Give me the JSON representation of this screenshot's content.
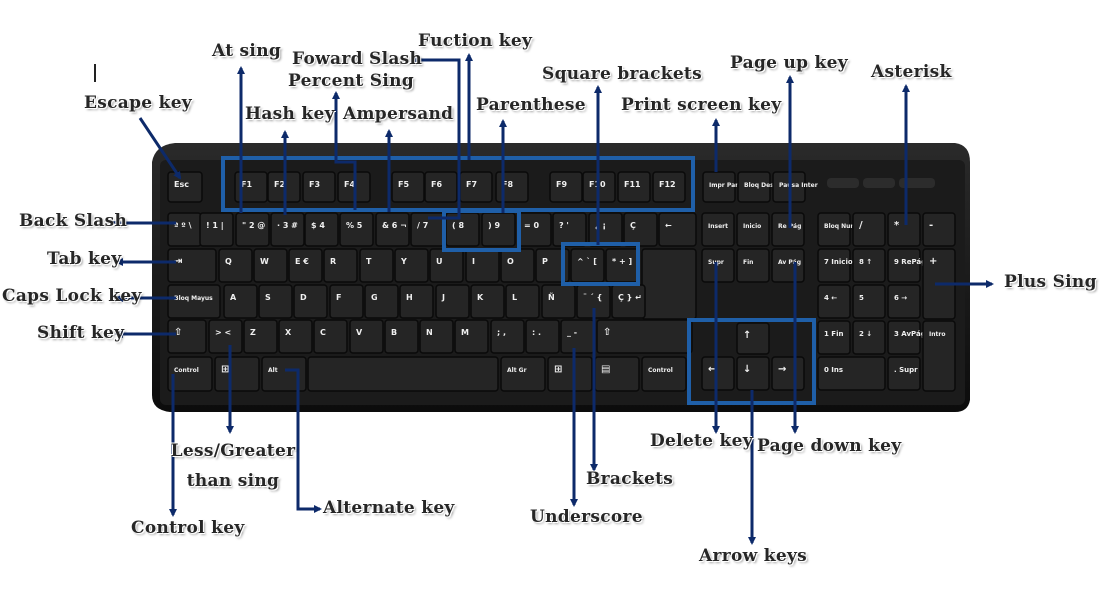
{
  "colors": {
    "arrow": "#0d2a6a",
    "highlight": "#1f5fa8",
    "keyboard_body": "#151515",
    "key_face": "#222222",
    "key_text": "#f2f2f2"
  },
  "labels": {
    "escape": "Escape key",
    "at_sign": "At sing",
    "hash": "Hash key",
    "forward_slash": "Foward Slash",
    "percent": "Percent Sing",
    "ampersand": "Ampersand",
    "function": "Fuction key",
    "parenthese": "Parenthese",
    "square_brackets": "Square brackets",
    "print_screen": "Print screen  key",
    "page_up": "Page up  key",
    "asterisk": "Asterisk",
    "back_slash": "Back Slash",
    "tab": "Tab key",
    "caps_lock": "Caps Lock key",
    "shift": "Shift key",
    "plus": "Plus Sing",
    "less_greater_1": "Less/Greater",
    "less_greater_2": "than  sing",
    "control": "Control  key",
    "alternate": "Alternate  key",
    "underscore": "Underscore",
    "brackets": "Brackets",
    "delete": "Delete  key",
    "page_down": "Page down  key",
    "arrow_keys": "Arrow keys"
  },
  "keys": {
    "esc": "Esc",
    "f1": "F1",
    "f2": "F2",
    "f3": "F3",
    "f4": "F4",
    "f5": "F5",
    "f6": "F6",
    "f7": "F7",
    "f8": "F8",
    "f9": "F9",
    "f10": "F10",
    "f11": "F11",
    "f12": "F12",
    "impr": "Impr Pant Pet Sis",
    "bloq_despl": "Bloq Despl",
    "pausa": "Pausa Inter",
    "num_row": [
      "ª º \\",
      "! 1 |",
      "\" 2 @",
      "· 3 #",
      "$ 4",
      "% 5",
      "& 6 ¬",
      "/ 7",
      "( 8",
      ") 9",
      "= 0",
      "? '",
      "¿ ¡",
      "Ç",
      "←"
    ],
    "q_row": [
      "Q",
      "W",
      "E €",
      "R",
      "T",
      "Y",
      "U",
      "I",
      "O",
      "P",
      "^ ` [",
      "* + ]"
    ],
    "a_row": [
      "A",
      "S",
      "D",
      "F",
      "G",
      "H",
      "J",
      "K",
      "L",
      "Ñ",
      "¨ ´ {",
      "Ç } ↵"
    ],
    "z_row": [
      "> <",
      "Z",
      "X",
      "C",
      "V",
      "B",
      "N",
      "M",
      "; ,",
      ": .",
      "_ -"
    ],
    "tab": "⇥",
    "bloq_mayus": "Bloq Mayus",
    "shift_symbol": "⇧",
    "control": "Control",
    "win": "⊞",
    "alt": "Alt",
    "alt_gr": "Alt Gr",
    "menu": "▤",
    "insert": "Insert",
    "inicio": "Inicio",
    "re_pag": "Re Pág",
    "supr": "Supr",
    "fin": "Fin",
    "av_pag": "Av Pág",
    "up": "↑",
    "left": "←",
    "down": "↓",
    "right": "→",
    "bloq_num": "Bloq Num",
    "np_div": "/",
    "np_mul": "*",
    "np_minus": "-",
    "np_plus": "+",
    "np_7": "7 Inicio",
    "np_8": "8 ↑",
    "np_9": "9 RePág",
    "np_4": "4 ←",
    "np_5": "5",
    "np_6": "6 →",
    "np_1": "1 Fin",
    "np_2": "2 ↓",
    "np_3": "3 AvPág",
    "np_0": "0 Ins",
    "np_dot": ". Supr",
    "intro": "Intro"
  }
}
